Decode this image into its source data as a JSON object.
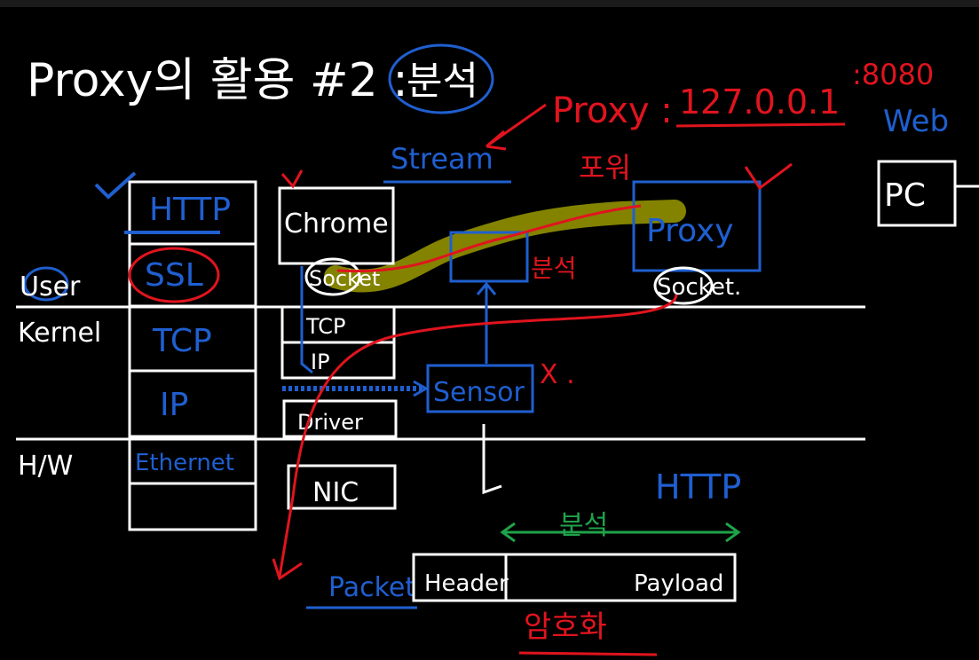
{
  "title": {
    "text": "Proxy의 활용 #2 :",
    "circled": "분석"
  },
  "layers": {
    "user": "User",
    "kernel": "Kernel",
    "hw": "H/W"
  },
  "left_stack": [
    "HTTP",
    "SSL",
    "TCP",
    "IP",
    "Ethernet"
  ],
  "middle_stack": {
    "app": "Chrome",
    "socket": "Socket",
    "tcp": "TCP",
    "ip": "IP",
    "driver": "Driver",
    "nic": "NIC"
  },
  "labels": {
    "stream": "Stream",
    "proxy_addr_label": "Proxy :",
    "proxy_addr_ip": "127.0.0.1",
    "proxy_addr_port": ":8080",
    "web": "Web",
    "pc": "PC",
    "forward": "포워",
    "proxy_box": "Proxy",
    "proxy_socket": "Socket.",
    "analysis_mid": "분석",
    "sensor": "Sensor",
    "x_mark": "X .",
    "http_bottom": "HTTP",
    "analysis_bottom": "분석",
    "packet": "Packet",
    "header": "Header",
    "payload": "Payload",
    "encryption": "암호화"
  },
  "colors": {
    "background": "#000000",
    "chalk_white": "#ffffff",
    "blue": "#1f5fd0",
    "red": "#e0141e",
    "green": "#1fa34a",
    "highlight": "#8a8a00"
  }
}
